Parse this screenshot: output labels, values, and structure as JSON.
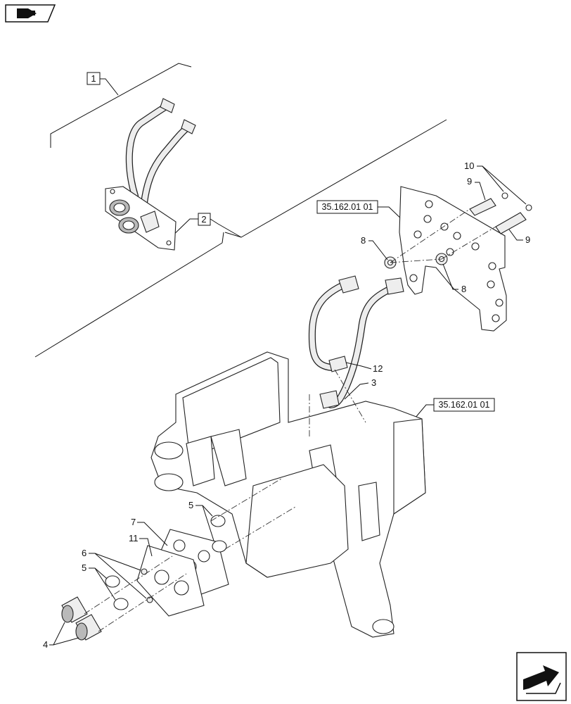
{
  "references": {
    "ref_top": "35.162.01 01",
    "ref_right": "35.162.01 01"
  },
  "callouts": {
    "c1": "1",
    "c2": "2",
    "c3": "3",
    "c4": "4",
    "c5a": "5",
    "c5b": "5",
    "c6": "6",
    "c7": "7",
    "c8a": "8",
    "c8b": "8",
    "c9a": "9",
    "c9b": "9",
    "c10": "10",
    "c11": "11",
    "c12": "12"
  },
  "icons": {
    "top_left": "book-navigation-icon",
    "bottom_right": "arrow-navigation-icon"
  }
}
